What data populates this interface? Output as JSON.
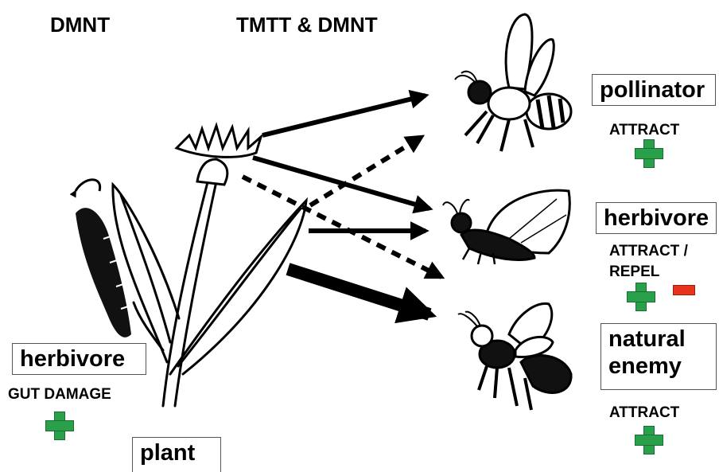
{
  "headers": {
    "left": "DMNT",
    "center": "TMTT & DMNT"
  },
  "labels": {
    "pollinator": "pollinator",
    "herbivore_right": "herbivore",
    "natural_enemy_line1": "natural",
    "natural_enemy_line2": "enemy",
    "herbivore_left": "herbivore",
    "plant": "plant"
  },
  "effects": {
    "pollinator": "ATTRACT",
    "herbivore_right_line1": "ATTRACT /",
    "herbivore_right_line2": "REPEL",
    "natural_enemy": "ATTRACT",
    "herbivore_left": "GUT DAMAGE"
  },
  "colors": {
    "positive": "#2aa04a",
    "negative": "#e8331c"
  }
}
